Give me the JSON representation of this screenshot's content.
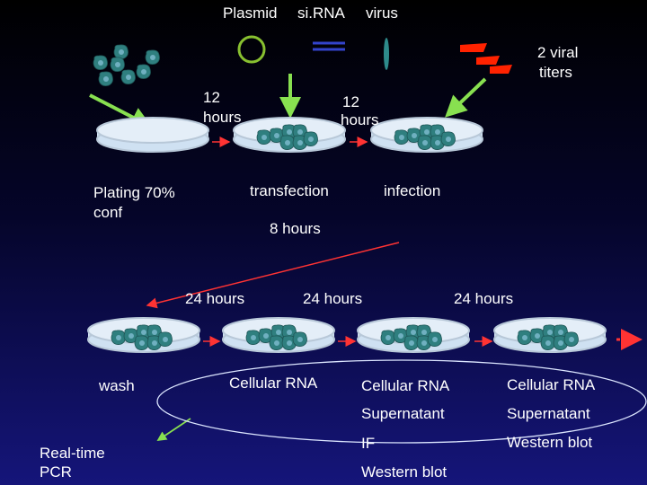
{
  "top_labels": {
    "plasmid": "Plasmid",
    "sirna": "si.RNA",
    "virus": "virus",
    "viral_titers": [
      "2 viral",
      "titers"
    ]
  },
  "timing": {
    "first": [
      "12",
      "hours"
    ],
    "second": [
      "12",
      "hours"
    ],
    "eight": "8 hours",
    "row2": [
      "24 hours",
      "24 hours",
      "24 hours"
    ]
  },
  "steps": {
    "plating": [
      "Plating 70%",
      "conf"
    ],
    "transfection": "transfection",
    "infection": "infection",
    "wash": "wash",
    "realtime": [
      "Real-time",
      "PCR"
    ]
  },
  "readouts": {
    "col1": [
      "Cellular RNA"
    ],
    "col2": [
      "Cellular RNA",
      "Supernatant",
      "IF",
      "Western blot"
    ],
    "col3": [
      "Cellular RNA",
      "Supernatant",
      "Western blot"
    ]
  },
  "colors": {
    "dish_rim": "#b8c8d8",
    "dish_fill": "#cfe1f2",
    "cell": "#2f7f7f",
    "cell_nucleus": "#6fb0c0",
    "arrow_green": "#88e050",
    "arrow_red": "#ff3333",
    "plasmid_ring": "#88c030",
    "sirna": "#3344cc",
    "virus": "#2e8b8b",
    "titer_red": "#ff2200"
  }
}
